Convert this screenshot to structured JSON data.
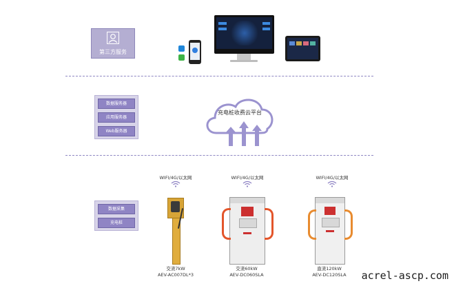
{
  "third_party": {
    "label": "第三方服务"
  },
  "cloud": {
    "label": "充电桩收费云平台"
  },
  "servers": [
    "数据服务器",
    "应用服务器",
    "Web服务器"
  ],
  "device_layer": [
    "数据采集",
    "充电桩"
  ],
  "network": [
    "WIFI/4G/以太网",
    "WIFI/4G/以太网",
    "WIFI/4G/以太网"
  ],
  "chargers": [
    {
      "rating": "交流7kW",
      "model": "AEV-AC007DL*3"
    },
    {
      "rating": "交流60kW",
      "model": "AEV-DC060SLA"
    },
    {
      "rating": "直流120kW",
      "model": "AEV-DC120SLA"
    }
  ],
  "watermark": "acrel-ascp.com",
  "colors": {
    "accent": "#8f84c4",
    "light": "#d8d4e9",
    "arrow": "#9b93cf"
  }
}
